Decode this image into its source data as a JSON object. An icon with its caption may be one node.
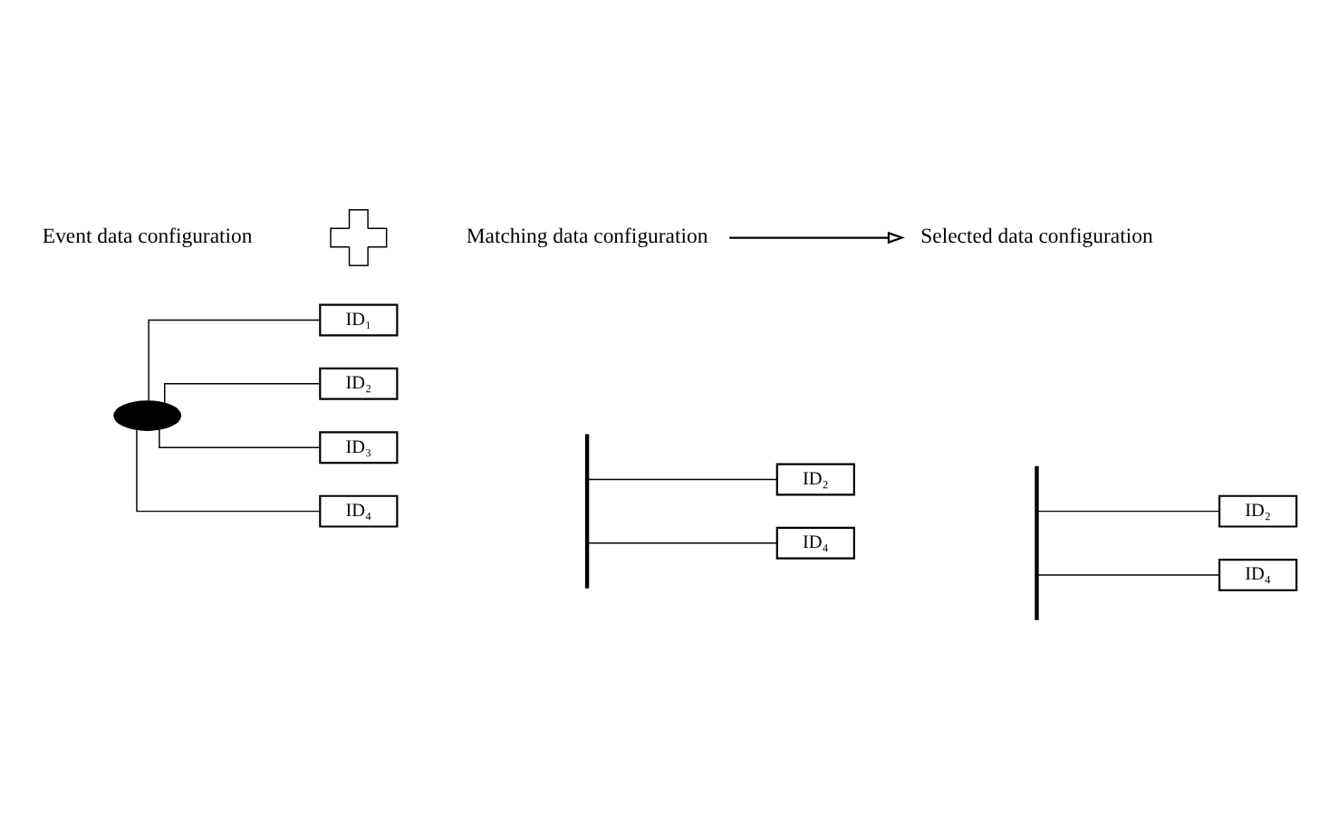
{
  "diagram": {
    "nodes": [
      {
        "text": [
          "Event data configuration"
        ]
      },
      {
        "text": [],
        "shape": "cross"
      },
      {
        "text": [
          "Matching data configuration"
        ]
      },
      {
        "text": [
          "Selected data configuration"
        ]
      },
      {
        "text": [],
        "shape": "ellipse"
      },
      {
        "text": [
          "ID₁"
        ]
      },
      {
        "text": [
          "ID₂"
        ]
      },
      {
        "text": [
          "ID₃"
        ]
      },
      {
        "text": [
          "ID₄"
        ]
      },
      {
        "text": [],
        "shape": "bar"
      },
      {
        "text": [
          "ID₂"
        ]
      },
      {
        "text": [
          "ID₄"
        ]
      },
      {
        "text": [],
        "shape": "bar"
      },
      {
        "text": [
          "ID₂"
        ]
      },
      {
        "text": [
          "ID₄"
        ]
      }
    ],
    "edges": [
      {
        "from": 2,
        "to": 3,
        "arrow": "to"
      },
      {
        "from": 4,
        "to": 5,
        "arrow": "none"
      },
      {
        "from": 4,
        "to": 6,
        "arrow": "none"
      },
      {
        "from": 4,
        "to": 7,
        "arrow": "none"
      },
      {
        "from": 4,
        "to": 8,
        "arrow": "none"
      },
      {
        "from": 9,
        "to": 10,
        "arrow": "none"
      },
      {
        "from": 9,
        "to": 11,
        "arrow": "none"
      },
      {
        "from": 12,
        "to": 13,
        "arrow": "none"
      },
      {
        "from": 12,
        "to": 14,
        "arrow": "none"
      }
    ]
  }
}
